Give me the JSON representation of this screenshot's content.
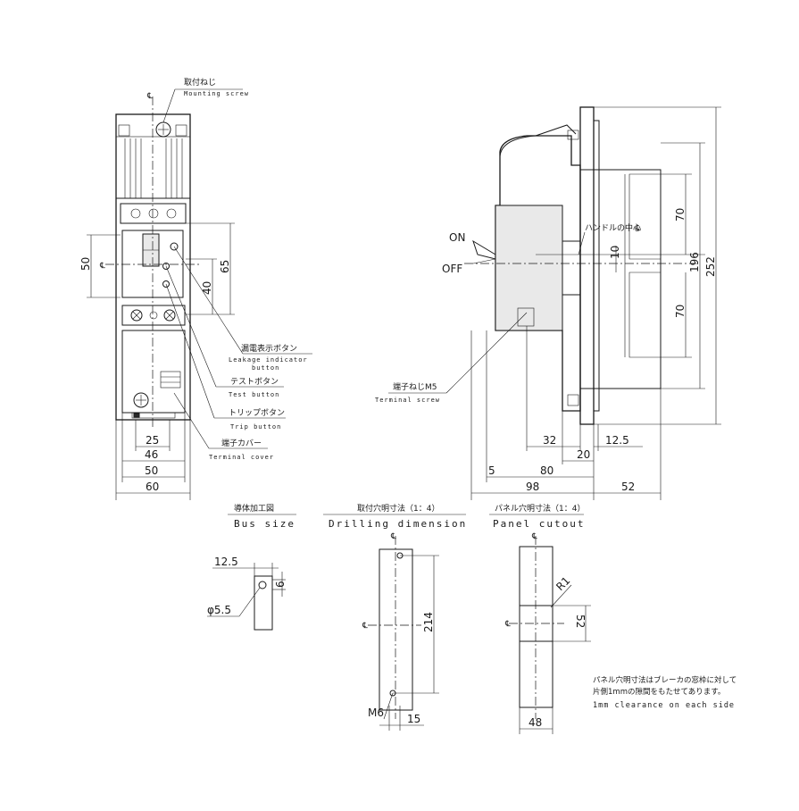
{
  "front_view": {
    "mounting_screw_jp": "取付ねじ",
    "mounting_screw_en": "Mounting screw",
    "leakage_jp": "漏電表示ボタン",
    "leakage_en_1": "Leakage indicator",
    "leakage_en_2": "button",
    "test_jp": "テストボタン",
    "test_en": "Test button",
    "trip_jp": "トリップボタン",
    "trip_en": "Trip button",
    "cover_jp": "端子カバー",
    "cover_en": "Terminal cover",
    "dim_50_left": "50",
    "dim_65": "65",
    "dim_40": "40",
    "dim_25": "25",
    "dim_46": "46",
    "dim_50_bottom": "50",
    "dim_60": "60",
    "center_mark": "℄"
  },
  "side_view": {
    "on": "ON",
    "off": "OFF",
    "handle_center": "ハンドルの中心",
    "handle_center_suffix": "℄",
    "terminal_screw_jp": "端子ねじM5",
    "terminal_screw_en": "Terminal screw",
    "dim_70_top": "70",
    "dim_10": "10",
    "dim_196": "196",
    "dim_252": "252",
    "dim_70_bottom": "70",
    "dim_32": "32",
    "dim_20": "20",
    "dim_12_5": "12.5",
    "dim_80": "80",
    "dim_5": "5",
    "dim_98": "98",
    "dim_52": "52"
  },
  "bus_size": {
    "title_jp": "導体加工図",
    "title_en": "Bus size",
    "dim_12_5": "12.5",
    "dim_6": "6",
    "dim_dia": "φ5.5"
  },
  "drilling": {
    "title_jp": "取付穴明寸法（1：4）",
    "title_en": "Drilling dimension",
    "dim_214": "214",
    "dim_m6": "M6",
    "dim_15": "15",
    "center_mark": "℄"
  },
  "panel": {
    "title_jp": "パネル穴明寸法（1：4）",
    "title_en": "Panel cutout",
    "dim_r1": "R1",
    "dim_52": "52",
    "dim_48": "48",
    "center_mark": "℄"
  },
  "note": {
    "line1": "パネル穴明寸法はブレーカの窓枠に対して",
    "line2": "片側1mmの隙間をもたせてあります。",
    "line3": "1mm clearance on each side"
  }
}
